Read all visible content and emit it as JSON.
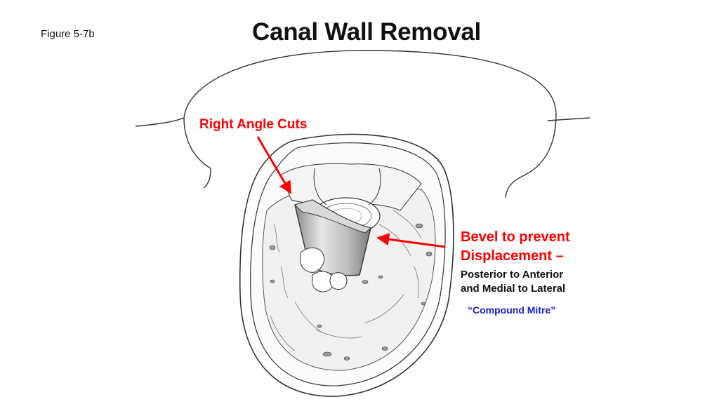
{
  "figure_label": "Figure 5-7b",
  "title": "Canal Wall Removal",
  "labels": {
    "right_angle_cuts": "Right Angle Cuts",
    "bevel_line1": "Bevel to prevent",
    "bevel_line2": "Displacement –",
    "posterior_anterior": "Posterior to Anterior",
    "medial_lateral": "and Medial to Lateral",
    "compound_mitre": "“Compound Mitre”"
  },
  "colors": {
    "label_red": "#ff0000",
    "label_blue": "#1a1ad6",
    "outline": "#333333",
    "shadow_gray": "#9a9a9a"
  }
}
